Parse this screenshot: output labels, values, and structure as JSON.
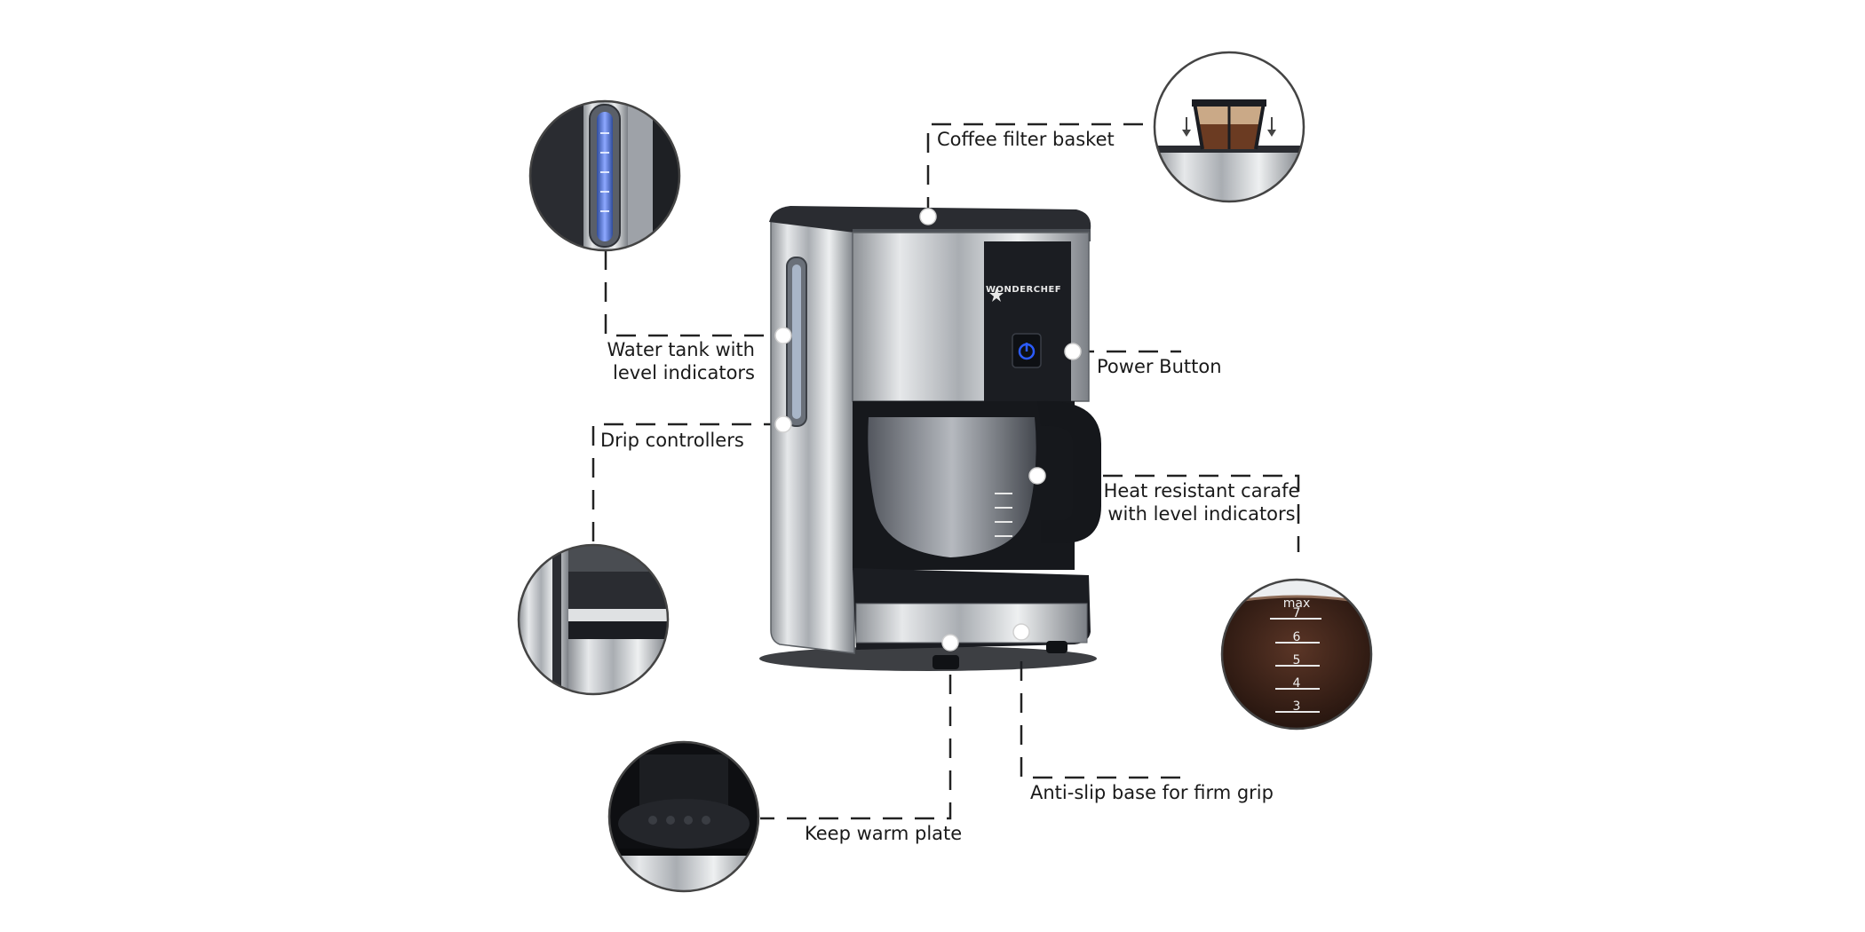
{
  "callouts": {
    "coffee_filter_basket": "Coffee filter basket",
    "water_tank": [
      "Water tank with",
      "level indicators"
    ],
    "power_button": "Power Button",
    "drip_controllers": "Drip controllers",
    "heat_resistant_carafe": [
      "Heat resistant carafe",
      "with level indicators"
    ],
    "anti_slip_base": "Anti-slip base for firm grip",
    "keep_warm_plate": "Keep warm plate"
  },
  "product": {
    "brand": "WONDERCHEF"
  },
  "carafe_scale": [
    "max",
    "7",
    "6",
    "5",
    "4",
    "3"
  ],
  "colors": {
    "steel": "#b9bcc0",
    "steel_dark": "#6e7277",
    "black": "#1b1d22",
    "water_blue": "#5f7fd6",
    "power_blue": "#2b5bff",
    "coffee": "#3a1f16",
    "leader_line": "#222222"
  }
}
